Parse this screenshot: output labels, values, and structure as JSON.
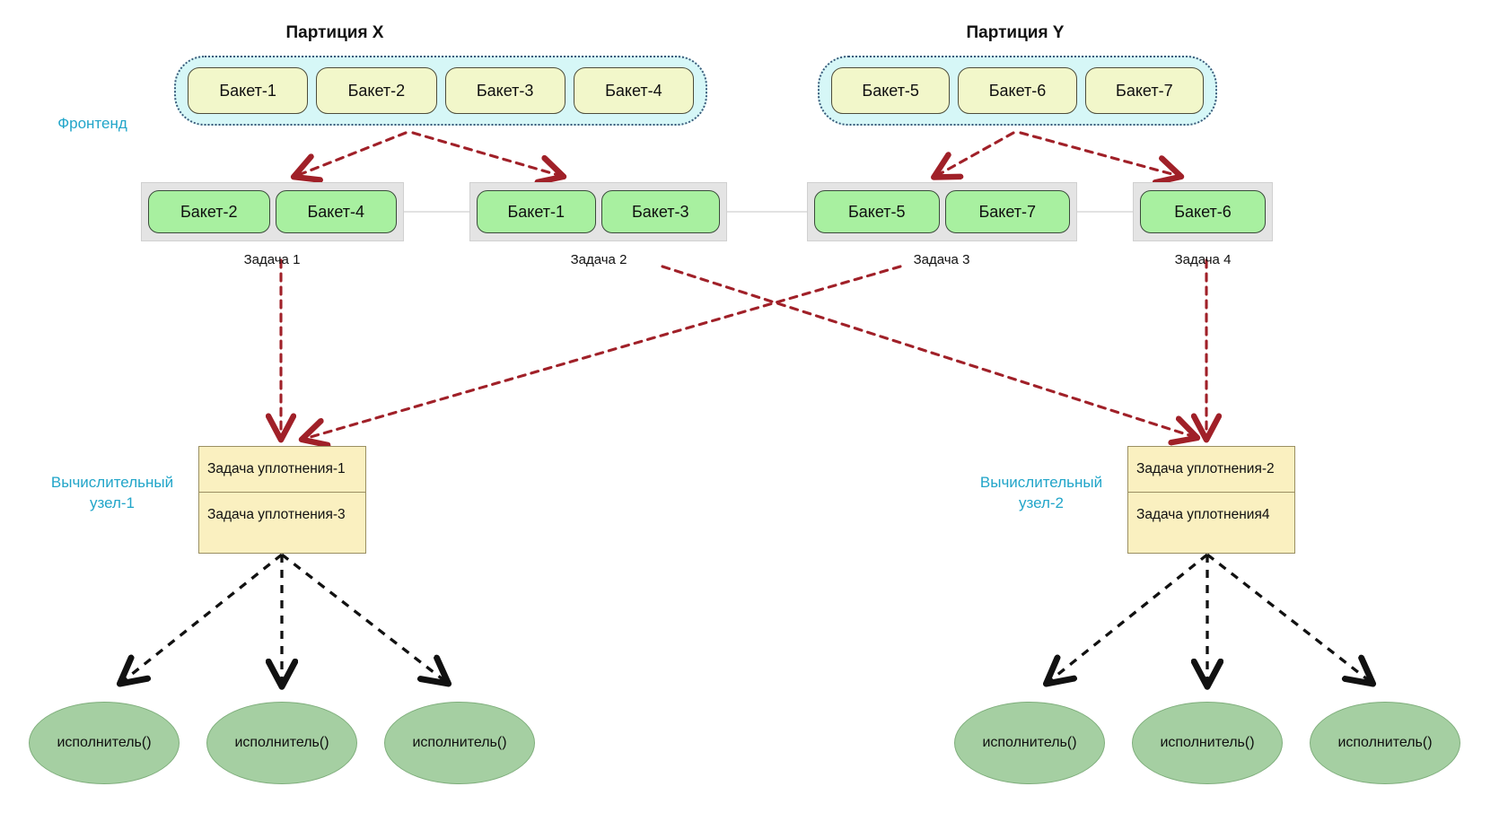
{
  "frontend": {
    "side_label": "Фронтенд",
    "side_label_color": "#21a5c9",
    "partitions": [
      {
        "title": "Партиция X",
        "buckets": [
          {
            "label": "Бакет-1"
          },
          {
            "label": "Бакет-2"
          },
          {
            "label": "Бакет-3"
          },
          {
            "label": "Бакет-4"
          }
        ]
      },
      {
        "title": "Партиция Y",
        "buckets": [
          {
            "label": "Бакет-5"
          },
          {
            "label": "Бакет-6"
          },
          {
            "label": "Бакет-7"
          }
        ]
      }
    ]
  },
  "tasks": [
    {
      "caption": "Задача 1",
      "buckets": [
        {
          "label": "Бакет-2"
        },
        {
          "label": "Бакет-4"
        }
      ]
    },
    {
      "caption": "Задача 2",
      "buckets": [
        {
          "label": "Бакет-1"
        },
        {
          "label": "Бакет-3"
        }
      ]
    },
    {
      "caption": "Задача 3",
      "buckets": [
        {
          "label": "Бакет-5"
        },
        {
          "label": "Бакет-7"
        }
      ]
    },
    {
      "caption": "Задача 4",
      "buckets": [
        {
          "label": "Бакет-6"
        }
      ]
    }
  ],
  "compute_nodes": [
    {
      "side_label": "Вычислительный\nузел-1",
      "rows": [
        {
          "label": "Задача уплотнения-1"
        },
        {
          "label": "Задача уплотнения-3"
        }
      ]
    },
    {
      "side_label": "Вычислительный\nузел-2",
      "rows": [
        {
          "label": "Задача уплотнения-2"
        },
        {
          "label": "Задача уплотнения4"
        }
      ]
    }
  ],
  "executors": {
    "label": "исполнитель()",
    "left": [
      {
        "label": "исполнитель()"
      },
      {
        "label": "исполнитель()"
      },
      {
        "label": "исполнитель()"
      }
    ],
    "right": [
      {
        "label": "исполнитель()"
      },
      {
        "label": "исполнитель()"
      },
      {
        "label": "исполнитель()"
      }
    ]
  },
  "colors": {
    "partition_fill": "#d6f7f7",
    "partition_border": "#3a5a7a",
    "bucket_pale_fill": "#f2f7ca",
    "bucket_green_fill": "#a8f0a0",
    "taskgroup_fill": "#e4e4e4",
    "compute_fill": "#faf0c0",
    "executor_fill": "#a5cfa2",
    "arrow_red": "#a02028",
    "arrow_black": "#111111",
    "accent_text": "#21a5c9"
  }
}
